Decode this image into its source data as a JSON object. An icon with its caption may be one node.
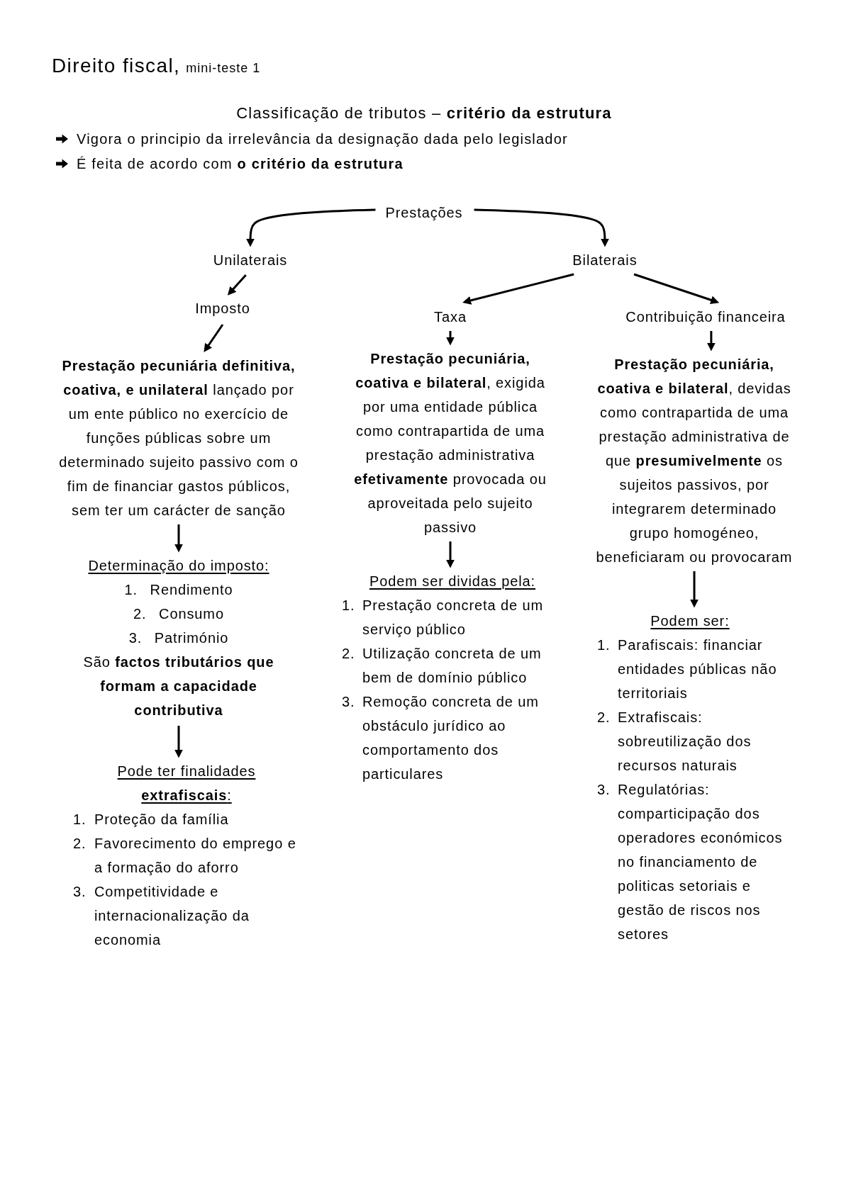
{
  "diagram": {
    "title": "Direito fiscal,",
    "nodes": [
      {
        "text": [
          "Prestações"
        ]
      },
      {
        "text": [
          "Unilaterais"
        ]
      },
      {
        "text": [
          "Bilaterais"
        ]
      },
      {
        "text": [
          "Imposto"
        ]
      },
      {
        "text": [
          "Taxa"
        ]
      },
      {
        "text": [
          "Contribuição financeira"
        ]
      },
      {
        "text": [
          "**Prestação pecuniária definitiva, coativa, e unilateral** lançado por um ente público no exercício de funções públicas sobre um determinado sujeito passivo com o fim de financiar gastos públicos, sem ter um carácter de sanção"
        ]
      },
      {
        "text": [
          "**Prestação pecuniária, coativa e bilateral**, exigida por uma entidade pública como contrapartida de uma prestação administrativa **efetivamente** provocada ou aproveitada pelo sujeito passivo"
        ]
      },
      {
        "text": [
          "**Prestação pecuniária, coativa e bilateral**, devidas como contrapartida de uma prestação administrativa de que **presumivelmente** os sujeitos passivos, por integrarem determinado grupo homogéneo, beneficiaram ou provocaram"
        ]
      },
      {
        "text": [
          "Determinação do imposto:",
          "1. Rendimento",
          "2. Consumo",
          "3. Património",
          "São **factos tributários que formam a capacidade contributiva**"
        ]
      },
      {
        "text": [
          "Pode ter finalidades **extrafiscais**:",
          "1. Proteção da família",
          "2. Favorecimento do emprego e a formação do aforro",
          "3. Competitividade e internacionalização da economia"
        ]
      },
      {
        "text": [
          "Podem ser dividas pela:",
          "1. Prestação concreta de um serviço público",
          "2. Utilização concreta de um bem de domínio público",
          "3. Remoção concreta de um obstáculo jurídico ao comportamento dos particulares"
        ]
      },
      {
        "text": [
          "Podem ser:",
          "1. Parafiscais: financiar entidades públicas não territoriais",
          "2. Extrafiscais: sobreutilização dos recursos naturais",
          "3. Regulatórias: comparticipação dos operadores económicos no financiamento de politicas setoriais e gestão de riscos nos setores"
        ]
      }
    ],
    "edges": [
      {
        "from": 0,
        "to": 1,
        "arrow": "to"
      },
      {
        "from": 0,
        "to": 2,
        "arrow": "to"
      },
      {
        "from": 1,
        "to": 3,
        "arrow": "to"
      },
      {
        "from": 2,
        "to": 4,
        "arrow": "to"
      },
      {
        "from": 2,
        "to": 5,
        "arrow": "to"
      },
      {
        "from": 3,
        "to": 6,
        "arrow": "to"
      },
      {
        "from": 4,
        "to": 7,
        "arrow": "to"
      },
      {
        "from": 5,
        "to": 8,
        "arrow": "to"
      },
      {
        "from": 6,
        "to": 9,
        "arrow": "to"
      },
      {
        "from": 9,
        "to": 10,
        "arrow": "to"
      },
      {
        "from": 7,
        "to": 11,
        "arrow": "to"
      },
      {
        "from": 8,
        "to": 12,
        "arrow": "to"
      }
    ],
    "labels": [
      "mini-teste 1",
      "Classificação de tributos – **critério da estrutura**",
      "Vigora o principio da irrelevância da designação dada pelo legislador",
      "É feita de acordo com **o critério da estrutura**"
    ]
  }
}
